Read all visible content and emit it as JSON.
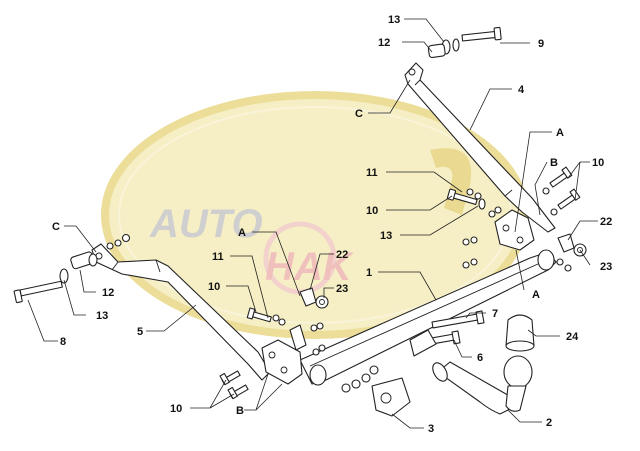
{
  "watermark": {
    "text_auto": "AUTO",
    "text_hak": "HAK",
    "colors": {
      "yellow": "#f4ecb6",
      "gold": "#e8d27a",
      "red": "#f2c2bf",
      "grey": "#c9c9c9"
    }
  },
  "labels": {
    "bolt_top": "9",
    "spacer_top": "12",
    "washer_top": "13",
    "bracket_c_top": "C",
    "side_bar_right": "4",
    "point_a_right": "A",
    "point_b_right": "B",
    "bolts_right": "10",
    "nut_11_right": "11",
    "bolt_10_right": "10",
    "washer_13_right": "13",
    "clip_22_right": "22",
    "nut_23_right": "23",
    "point_a_right_lower": "A",
    "bracket_c_left": "C",
    "point_a_left": "A",
    "nut_11_left": "11",
    "clip_22_left": "22",
    "bolt_10_left": "10",
    "nut_23_left": "23",
    "cross_bar": "1",
    "spacer_12_left": "12",
    "washer_13_left": "13",
    "bolt_8": "8",
    "side_bar_left": "5",
    "pin_7": "7",
    "ball_cover": "24",
    "pin_6": "6",
    "bolts_left": "10",
    "point_b_left": "B",
    "socket_plate": "3",
    "ball_neck": "2"
  }
}
